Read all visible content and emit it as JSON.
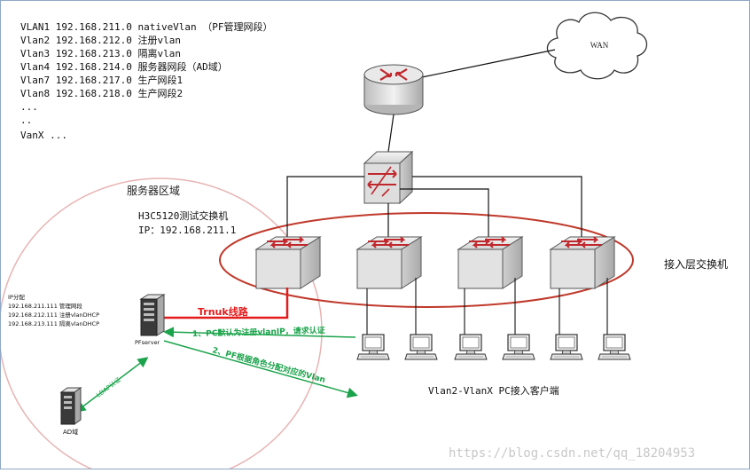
{
  "vlan_list": [
    "VLAN1 192.168.211.0  nativeVlan  （PF管理网段）",
    "Vlan2 192.168.212.0  注册vlan",
    "Vlan3 192.168.213.0  隔离vlan",
    "Vlan4 192.168.214.0  服务器网段（AD域）",
    "Vlan7 192.168.217.0  生产网段1",
    "Vlan8 192.168.218.0  生产网段2",
    "...",
    "..",
    "VanX ..."
  ],
  "wan_label": "WAN",
  "server_zone_label": "服务器区域",
  "switch_info": {
    "line1": "H3C5120测试交换机",
    "line2": "IP：192.168.211.1"
  },
  "access_layer_label": "接入层交换机",
  "ip_allocation": {
    "title": "IP分配",
    "rows": [
      "192.168.211.111  管理网段",
      "192.168.212.111  注册vlanDHCP",
      "192.168.213.111  隔离vlanDHCP"
    ]
  },
  "pf_server_label": "PFserver",
  "trunk_label": "Trnuk线路",
  "step1_label": "1、PC默认为注册vlanIP，请求认证",
  "step2_label": "2、PF根据角色分配对应的Vlan",
  "ldap_label": "LDAP认证",
  "ad_label": "AD域",
  "clients_label": "Vlan2-VlanX  PC接入客户端",
  "watermark": "https://blog.csdn.net/qq_18204953",
  "colors": {
    "trunk": "#e31b1b",
    "arrow_green": "#1aa34a",
    "ellipse_red": "#c0392b",
    "circle_pink": "#e8b4b4",
    "frame": "#8ea7c8"
  }
}
